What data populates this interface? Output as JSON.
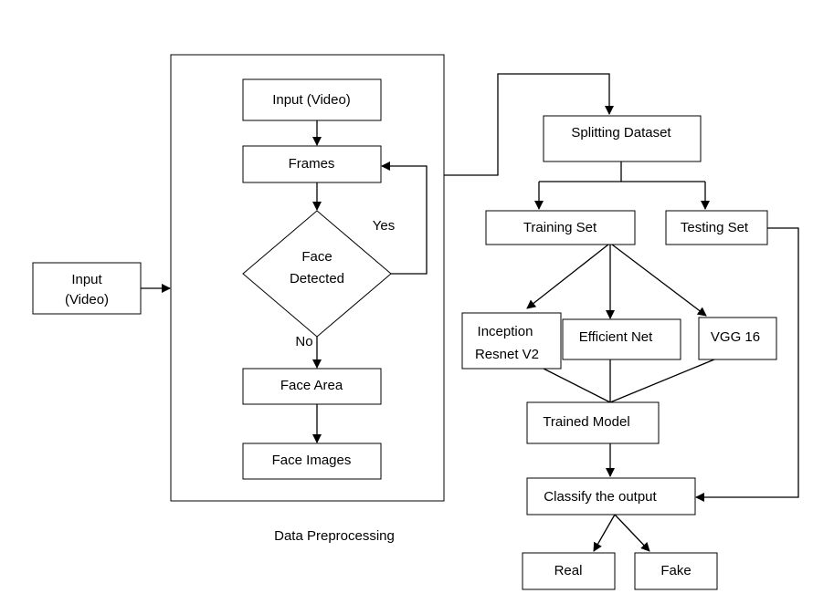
{
  "preprocessing": {
    "external_input_line1": "Input",
    "external_input_line2": "(Video)",
    "input_video": "Input (Video)",
    "frames": "Frames",
    "decision_line1": "Face",
    "decision_line2": "Detected",
    "yes_label": "Yes",
    "no_label": "No",
    "face_area": "Face Area",
    "face_images": "Face Images",
    "caption": "Data Preprocessing"
  },
  "pipeline": {
    "splitting_dataset": "Splitting Dataset",
    "training_set": "Training Set",
    "testing_set": "Testing Set",
    "inception_line1": "Inception",
    "inception_line2": "Resnet V2",
    "efficient_net": "Efficient Net",
    "vgg16": "VGG 16",
    "trained_model": "Trained Model",
    "classify_output": "Classify the output",
    "real": "Real",
    "fake": "Fake"
  }
}
